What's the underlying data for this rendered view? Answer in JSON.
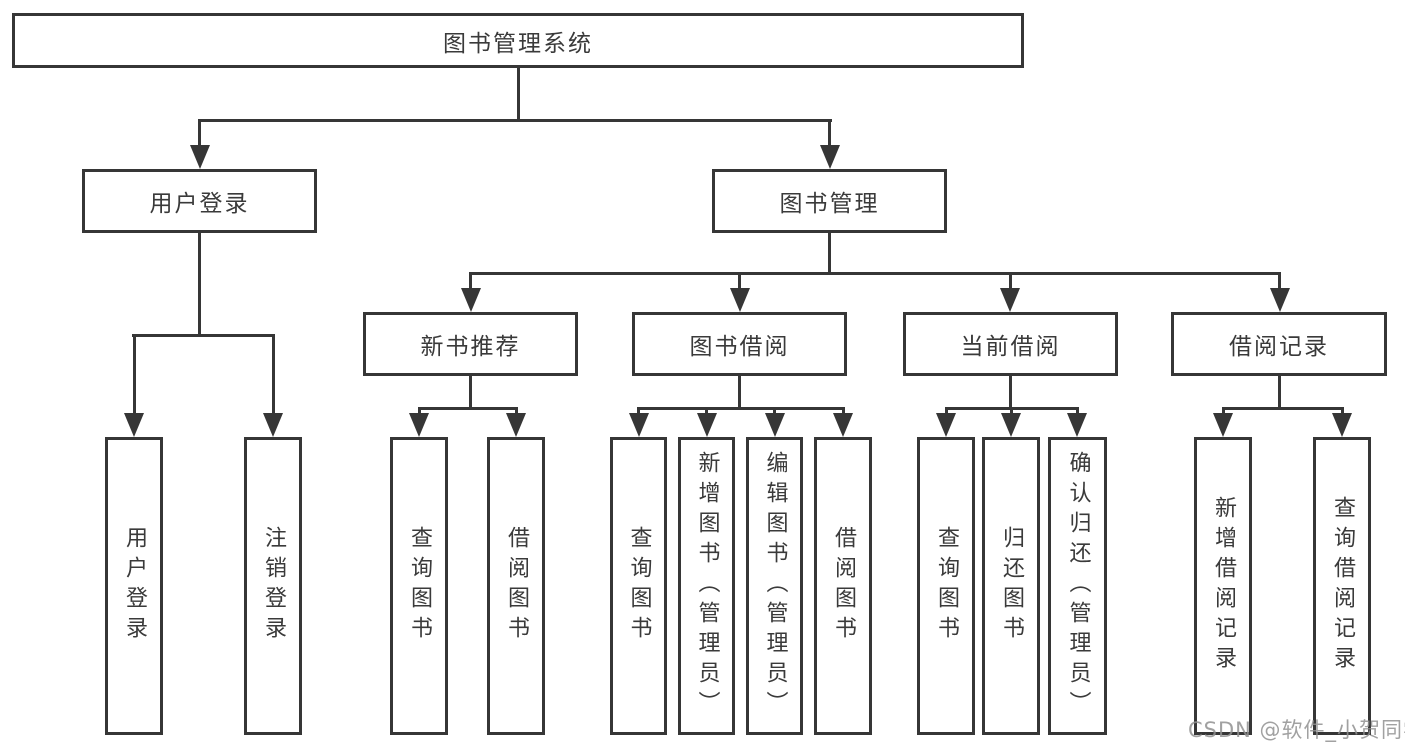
{
  "tree": {
    "root": "图书管理系统",
    "branches": {
      "user_login": "用户登录",
      "book_management": "图书管理"
    },
    "modules": {
      "new_book": "新书推荐",
      "book_borrow": "图书借阅",
      "current_borrow": "当前借阅",
      "borrow_record": "借阅记录"
    },
    "leaves": {
      "user_login": [
        "用户登录",
        "注销登录"
      ],
      "new_book": [
        "查询图书",
        "借阅图书"
      ],
      "book_borrow": [
        "查询图书",
        "新增图书（管理员）",
        "编辑图书（管理员）",
        "借阅图书"
      ],
      "current_borrow": [
        "查询图书",
        "归还图书",
        "确认归还（管理员）"
      ],
      "borrow_record": [
        "新增借阅记录",
        "查询借阅记录"
      ]
    }
  },
  "watermark": "CSDN @软件_小贺同学",
  "colors": {
    "line": "#363636",
    "text": "#3a3a3a",
    "watermark": "#919191",
    "background": "#ffffff"
  }
}
